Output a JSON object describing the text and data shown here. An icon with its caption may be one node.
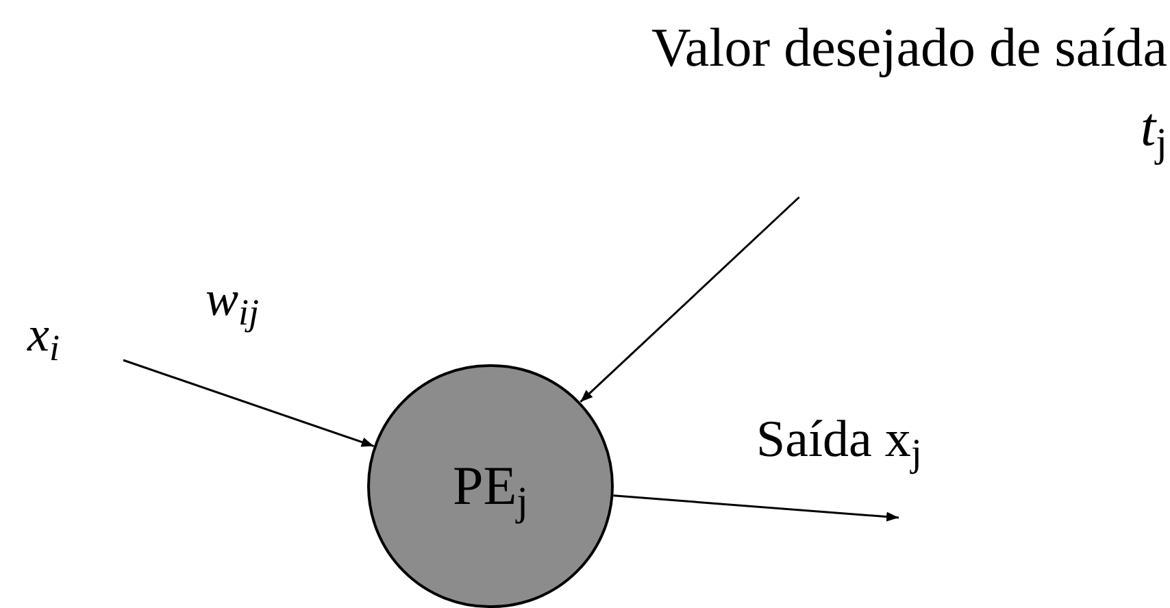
{
  "diagram": {
    "nodes": [
      {
        "text": [
          "x$_{i}$"
        ]
      },
      {
        "text": [
          "PE$_{j}$"
        ]
      },
      {
        "text": [
          "Valor desejado de saída *t*$_{j}$"
        ]
      }
    ],
    "edges": [
      {
        "from": 0,
        "to": 1,
        "arrow": "to",
        "label": "w$_{ij}$"
      },
      {
        "from": 2,
        "to": 1,
        "arrow": "to"
      },
      {
        "from": 1,
        "to": null,
        "arrow": "to",
        "label": "Saída x$_{j}$"
      }
    ]
  }
}
